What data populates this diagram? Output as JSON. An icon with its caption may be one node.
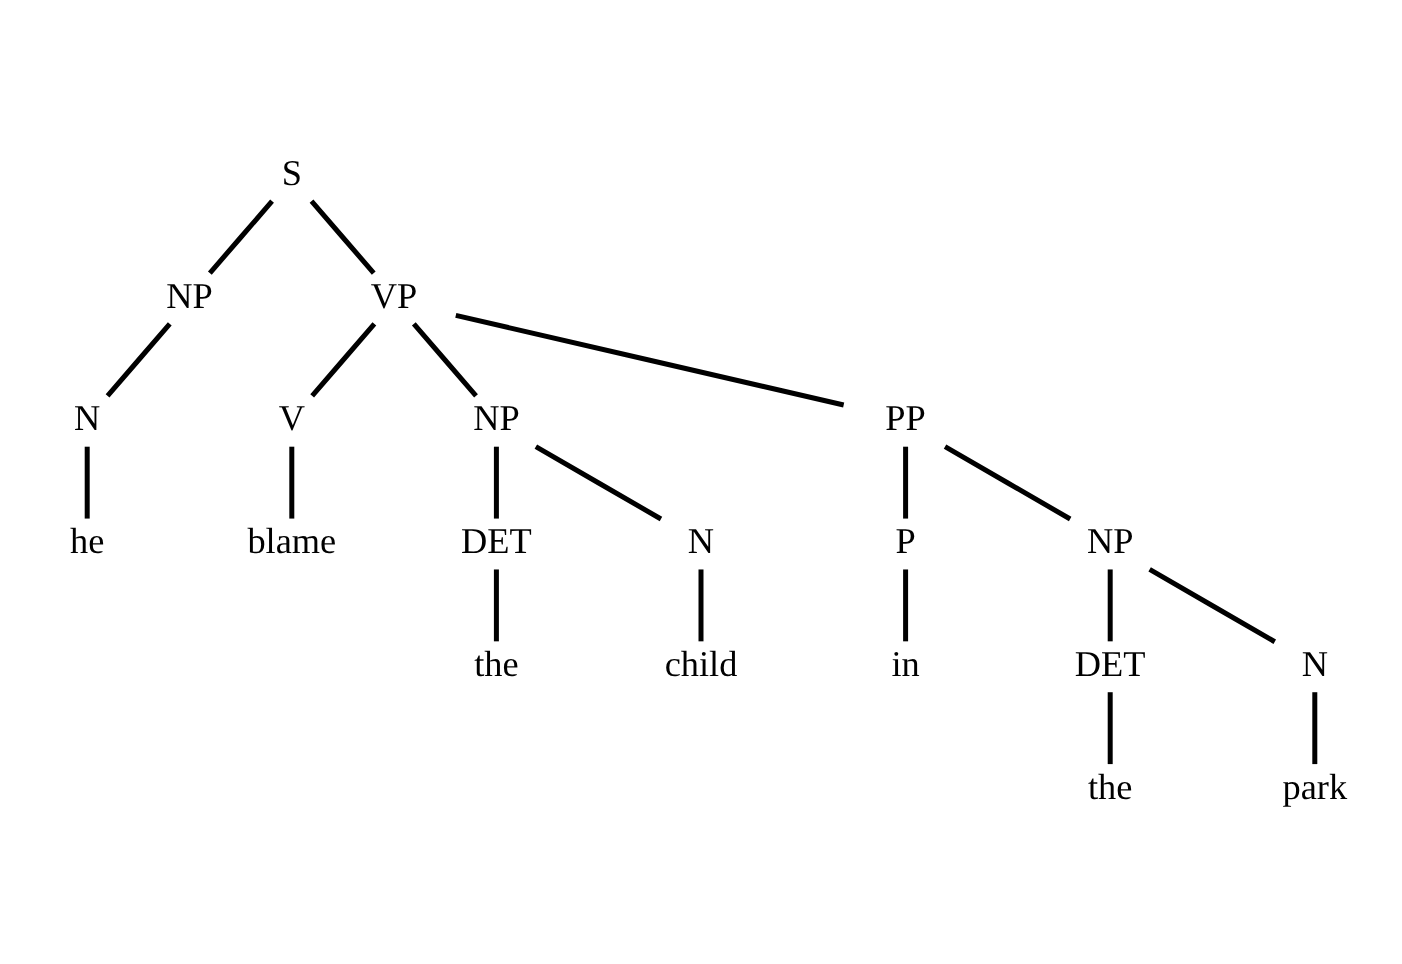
{
  "diagram": {
    "nodes": [
      {
        "text": [
          "S"
        ]
      },
      {
        "text": [
          "NP"
        ]
      },
      {
        "text": [
          "VP"
        ]
      },
      {
        "text": [
          "N"
        ]
      },
      {
        "text": [
          "V"
        ]
      },
      {
        "text": [
          "NP"
        ]
      },
      {
        "text": [
          "PP"
        ]
      },
      {
        "text": [
          "he"
        ]
      },
      {
        "text": [
          "blame"
        ]
      },
      {
        "text": [
          "DET"
        ]
      },
      {
        "text": [
          "N"
        ]
      },
      {
        "text": [
          "P"
        ]
      },
      {
        "text": [
          "NP"
        ]
      },
      {
        "text": [
          "the"
        ]
      },
      {
        "text": [
          "child"
        ]
      },
      {
        "text": [
          "in"
        ]
      },
      {
        "text": [
          "DET"
        ]
      },
      {
        "text": [
          "N"
        ]
      },
      {
        "text": [
          "the"
        ]
      },
      {
        "text": [
          "park"
        ]
      }
    ],
    "edges": [
      {
        "from": 0,
        "to": 1,
        "arrow": "none"
      },
      {
        "from": 0,
        "to": 2,
        "arrow": "none"
      },
      {
        "from": 1,
        "to": 3,
        "arrow": "none"
      },
      {
        "from": 3,
        "to": 7,
        "arrow": "none"
      },
      {
        "from": 2,
        "to": 4,
        "arrow": "none"
      },
      {
        "from": 2,
        "to": 5,
        "arrow": "none"
      },
      {
        "from": 2,
        "to": 6,
        "arrow": "none"
      },
      {
        "from": 4,
        "to": 8,
        "arrow": "none"
      },
      {
        "from": 5,
        "to": 9,
        "arrow": "none"
      },
      {
        "from": 5,
        "to": 10,
        "arrow": "none"
      },
      {
        "from": 9,
        "to": 13,
        "arrow": "none"
      },
      {
        "from": 10,
        "to": 14,
        "arrow": "none"
      },
      {
        "from": 6,
        "to": 11,
        "arrow": "none"
      },
      {
        "from": 6,
        "to": 12,
        "arrow": "none"
      },
      {
        "from": 11,
        "to": 15,
        "arrow": "none"
      },
      {
        "from": 12,
        "to": 16,
        "arrow": "none"
      },
      {
        "from": 12,
        "to": 17,
        "arrow": "none"
      },
      {
        "from": 16,
        "to": 18,
        "arrow": "none"
      },
      {
        "from": 17,
        "to": 19,
        "arrow": "none"
      }
    ]
  }
}
